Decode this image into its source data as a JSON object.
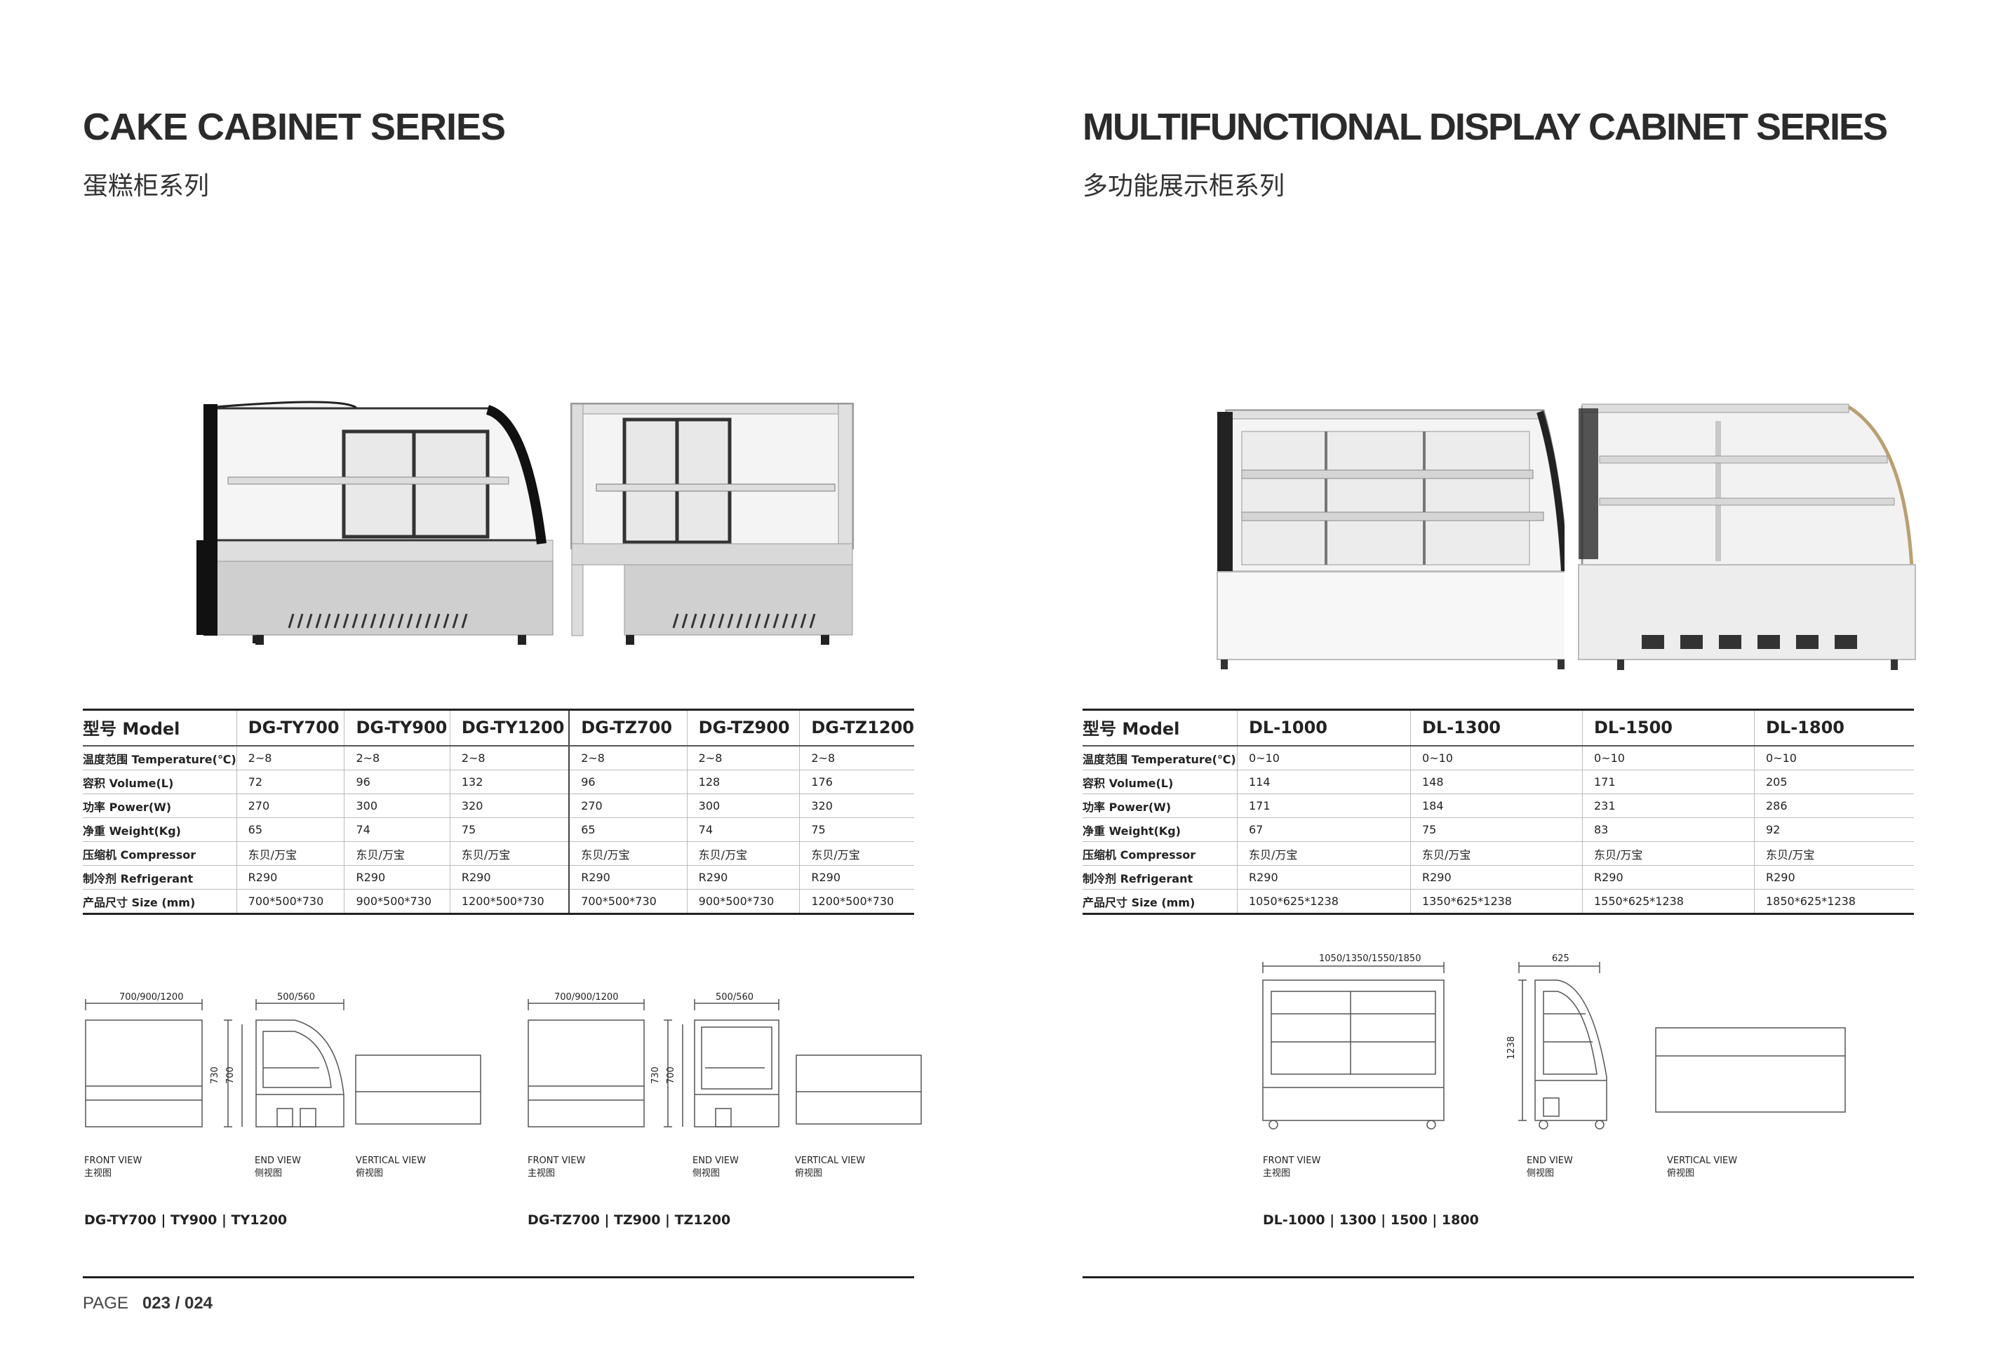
{
  "left": {
    "title": "CAKE CABINET SERIES",
    "subtitle": "蛋糕柜系列",
    "table": {
      "headers": [
        "型号 Model",
        "DG-TY700",
        "DG-TY900",
        "DG-TY1200",
        "DG-TZ700",
        "DG-TZ900",
        "DG-TZ1200"
      ],
      "rows": [
        [
          "温度范围 Temperature(℃)",
          "2~8",
          "2~8",
          "2~8",
          "2~8",
          "2~8",
          "2~8"
        ],
        [
          "容积 Volume(L)",
          "72",
          "96",
          "132",
          "96",
          "128",
          "176"
        ],
        [
          "功率 Power(W)",
          "270",
          "300",
          "320",
          "270",
          "300",
          "320"
        ],
        [
          "净重 Weight(Kg)",
          "65",
          "74",
          "75",
          "65",
          "74",
          "75"
        ],
        [
          "压缩机 Compressor",
          "东贝/万宝",
          "东贝/万宝",
          "东贝/万宝",
          "东贝/万宝",
          "东贝/万宝",
          "东贝/万宝"
        ],
        [
          "制冷剂 Refrigerant",
          "R290",
          "R290",
          "R290",
          "R290",
          "R290",
          "R290"
        ],
        [
          "产品尺寸 Size (mm)",
          "700*500*730",
          "900*500*730",
          "1200*500*730",
          "700*500*730",
          "900*500*730",
          "1200*500*730"
        ]
      ]
    },
    "drawing1": {
      "front_dim": "700/900/1200",
      "end_dim": "500/560",
      "h1": "730",
      "h2": "700",
      "front_view": "FRONT VIEW",
      "front_view_cn": "主视图",
      "end_view": "END VIEW",
      "end_view_cn": "侧视图",
      "vertical_view": "VERTICAL VIEW",
      "vertical_view_cn": "俯视图",
      "models": "DG-TY700 | TY900 | TY1200"
    },
    "drawing2": {
      "front_dim": "700/900/1200",
      "end_dim": "500/560",
      "h1": "730",
      "h2": "700",
      "front_view": "FRONT VIEW",
      "front_view_cn": "主视图",
      "end_view": "END VIEW",
      "end_view_cn": "侧视图",
      "vertical_view": "VERTICAL VIEW",
      "vertical_view_cn": "俯视图",
      "models": "DG-TZ700 | TZ900 | TZ1200"
    },
    "page_label": "PAGE",
    "page_number": "023 / 024"
  },
  "right": {
    "title": "MULTIFUNCTIONAL DISPLAY CABINET SERIES",
    "subtitle": "多功能展示柜系列",
    "table": {
      "headers": [
        "型号 Model",
        "DL-1000",
        "DL-1300",
        "DL-1500",
        "DL-1800"
      ],
      "rows": [
        [
          "温度范围 Temperature(℃)",
          "0~10",
          "0~10",
          "0~10",
          "0~10"
        ],
        [
          "容积 Volume(L)",
          "114",
          "148",
          "171",
          "205"
        ],
        [
          "功率 Power(W)",
          "171",
          "184",
          "231",
          "286"
        ],
        [
          "净重 Weight(Kg)",
          "67",
          "75",
          "83",
          "92"
        ],
        [
          "压缩机 Compressor",
          "东贝/万宝",
          "东贝/万宝",
          "东贝/万宝",
          "东贝/万宝"
        ],
        [
          "制冷剂 Refrigerant",
          "R290",
          "R290",
          "R290",
          "R290"
        ],
        [
          "产品尺寸 Size (mm)",
          "1050*625*1238",
          "1350*625*1238",
          "1550*625*1238",
          "1850*625*1238"
        ]
      ]
    },
    "drawing": {
      "front_dim": "1050/1350/1550/1850",
      "end_dim": "625",
      "h1": "1238",
      "front_view": "FRONT VIEW",
      "front_view_cn": "主视图",
      "end_view": "END VIEW",
      "end_view_cn": "侧视图",
      "vertical_view": "VERTICAL VIEW",
      "vertical_view_cn": "俯视图",
      "models": "DL-1000 | 1300 | 1500 | 1800"
    }
  }
}
